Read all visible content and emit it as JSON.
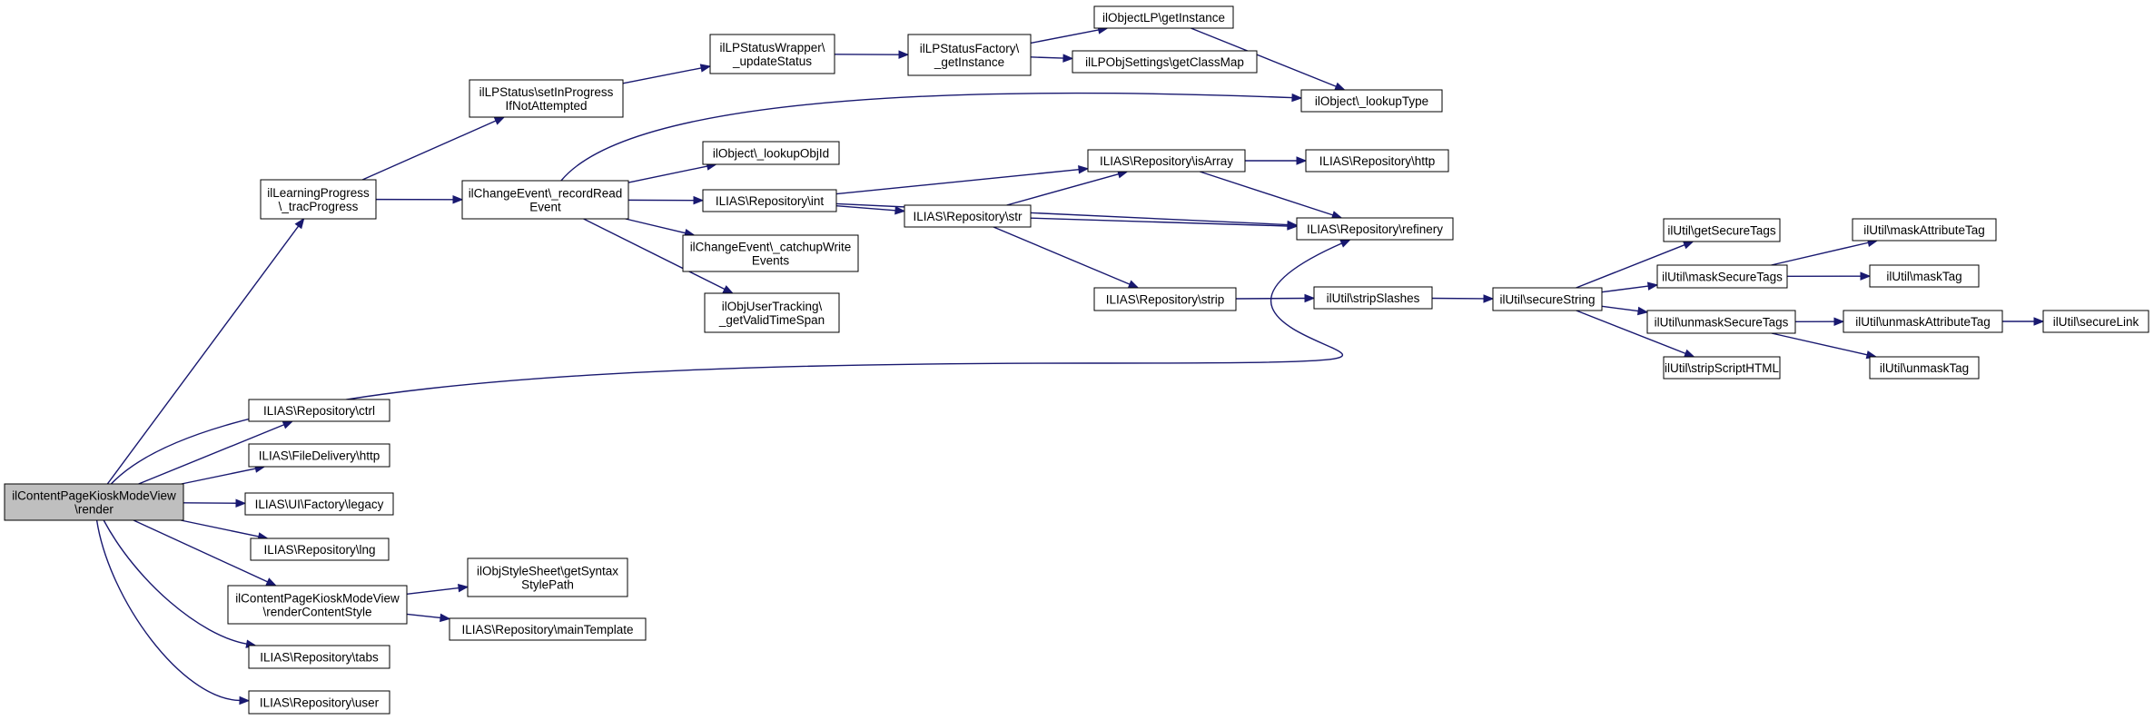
{
  "colors": {
    "edge": "#191970",
    "root_fill": "#bfbfbf",
    "node_fill": "#ffffff",
    "node_border": "#000000"
  },
  "nodes": {
    "root": {
      "lines": [
        "ilContentPageKioskModeView",
        "\\render"
      ]
    },
    "trac": {
      "lines": [
        "ilLearningProgress",
        "\\_tracProgress"
      ]
    },
    "setinprog": {
      "lines": [
        "ilLPStatus\\setInProgress",
        "IfNotAttempted"
      ]
    },
    "wrapper": {
      "lines": [
        "ilLPStatusWrapper\\",
        "_updateStatus"
      ]
    },
    "factory": {
      "lines": [
        "ilLPStatusFactory\\",
        "_getInstance"
      ]
    },
    "objectlp": {
      "lines": [
        "ilObjectLP\\getInstance"
      ]
    },
    "classmap": {
      "lines": [
        "ilLPObjSettings\\getClassMap"
      ]
    },
    "lookuptype": {
      "lines": [
        "ilObject\\_lookupType"
      ]
    },
    "recordread": {
      "lines": [
        "ilChangeEvent\\_recordRead",
        "Event"
      ]
    },
    "lookupobjid": {
      "lines": [
        "ilObject\\_lookupObjId"
      ]
    },
    "repoint": {
      "lines": [
        "ILIAS\\Repository\\int"
      ]
    },
    "catchup": {
      "lines": [
        "ilChangeEvent\\_catchupWrite",
        "Events"
      ]
    },
    "usertracking": {
      "lines": [
        "ilObjUserTracking\\",
        "_getValidTimeSpan"
      ]
    },
    "isarray": {
      "lines": [
        "ILIAS\\Repository\\isArray"
      ]
    },
    "repohttp": {
      "lines": [
        "ILIAS\\Repository\\http"
      ]
    },
    "refinery": {
      "lines": [
        "ILIAS\\Repository\\refinery"
      ]
    },
    "repostr": {
      "lines": [
        "ILIAS\\Repository\\str"
      ]
    },
    "repostrip": {
      "lines": [
        "ILIAS\\Repository\\strip"
      ]
    },
    "stripslashes": {
      "lines": [
        "ilUtil\\stripSlashes"
      ]
    },
    "securestring": {
      "lines": [
        "ilUtil\\secureString"
      ]
    },
    "getsecuretags": {
      "lines": [
        "ilUtil\\getSecureTags"
      ]
    },
    "masksecuretags": {
      "lines": [
        "ilUtil\\maskSecureTags"
      ]
    },
    "unmasksecuretags": {
      "lines": [
        "ilUtil\\unmaskSecureTags"
      ]
    },
    "stripscript": {
      "lines": [
        "ilUtil\\stripScriptHTML"
      ]
    },
    "maskattrtag": {
      "lines": [
        "ilUtil\\maskAttributeTag"
      ]
    },
    "masktag": {
      "lines": [
        "ilUtil\\maskTag"
      ]
    },
    "unmaskattrtag": {
      "lines": [
        "ilUtil\\unmaskAttributeTag"
      ]
    },
    "securelink": {
      "lines": [
        "ilUtil\\secureLink"
      ]
    },
    "unmasktag": {
      "lines": [
        "ilUtil\\unmaskTag"
      ]
    },
    "ctrl": {
      "lines": [
        "ILIAS\\Repository\\ctrl"
      ]
    },
    "filehttp": {
      "lines": [
        "ILIAS\\FileDelivery\\http"
      ]
    },
    "uilegacy": {
      "lines": [
        "ILIAS\\UI\\Factory\\legacy"
      ]
    },
    "lng": {
      "lines": [
        "ILIAS\\Repository\\lng"
      ]
    },
    "rendercs": {
      "lines": [
        "ilContentPageKioskModeView",
        "\\renderContentStyle"
      ]
    },
    "syntaxstyle": {
      "lines": [
        "ilObjStyleSheet\\getSyntax",
        "StylePath"
      ]
    },
    "maintemplate": {
      "lines": [
        "ILIAS\\Repository\\mainTemplate"
      ]
    },
    "tabs": {
      "lines": [
        "ILIAS\\Repository\\tabs"
      ]
    },
    "user": {
      "lines": [
        "ILIAS\\Repository\\user"
      ]
    }
  }
}
